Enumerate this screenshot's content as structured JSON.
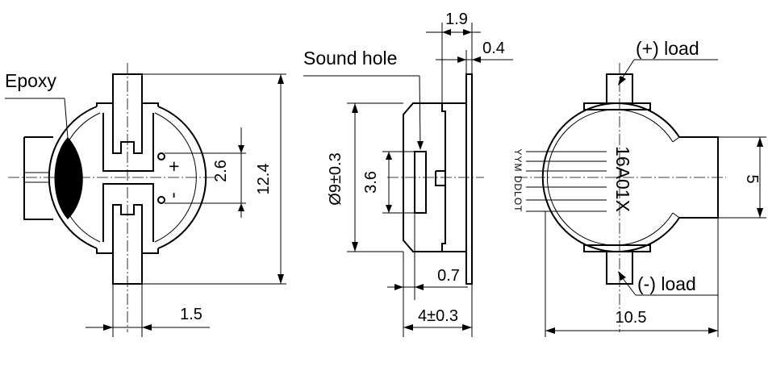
{
  "labels": {
    "epoxy": "Epoxy",
    "sound_hole": "Sound hole",
    "plus_load": "(+) load",
    "minus_load": "(-) load",
    "plus_sign": "+",
    "minus_sign": "-",
    "part_number": "16A01X",
    "date_code": "YYM DDLOT"
  },
  "dimensions": {
    "pin_spacing": "2.6",
    "height": "12.4",
    "pin_width": "1.5",
    "top_width": "1.9",
    "tab_thickness": "0.4",
    "diameter": "Ø9±0.3",
    "hole_size": "3.6",
    "offset": "0.7",
    "thickness": "4±0.3",
    "neck_width": "5",
    "length": "10.5"
  },
  "colors": {
    "line": "#000000",
    "background": "#ffffff"
  }
}
